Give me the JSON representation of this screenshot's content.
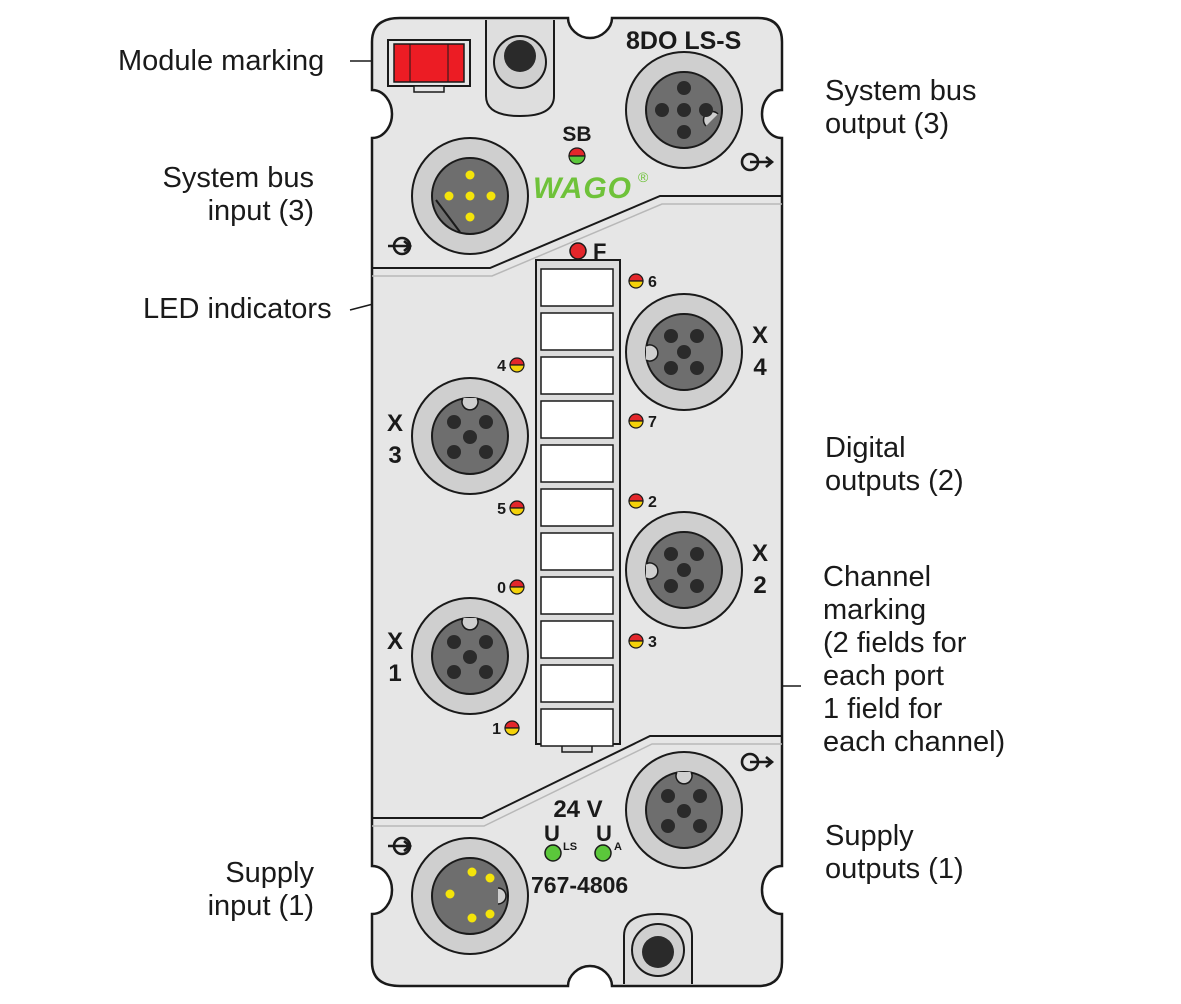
{
  "module": {
    "name": "8DO LS-S",
    "brand": "WAGO",
    "brand_mark": "®",
    "article_number": "767-4806",
    "voltage": "24 V",
    "sb_label": "SB",
    "fault_label": "F",
    "u_ls": {
      "main": "U",
      "sub": "LS"
    },
    "u_a": {
      "main": "U",
      "sub": "A"
    }
  },
  "ports": {
    "x1": {
      "letter": "X",
      "number": "1"
    },
    "x2": {
      "letter": "X",
      "number": "2"
    },
    "x3": {
      "letter": "X",
      "number": "3"
    },
    "x4": {
      "letter": "X",
      "number": "4"
    }
  },
  "channels": {
    "ch0": "0",
    "ch1": "1",
    "ch2": "2",
    "ch3": "3",
    "ch4": "4",
    "ch5": "5",
    "ch6": "6",
    "ch7": "7"
  },
  "callouts": {
    "module_marking": "Module marking",
    "system_bus_input": "System bus\ninput (3)",
    "led_indicators": "LED indicators",
    "supply_input": "Supply\ninput (1)",
    "system_bus_output": "System bus\noutput (3)",
    "digital_outputs": "Digital\noutputs (2)",
    "channel_marking": "Channel\nmarking\n(2 fields for\neach port\n1 field for\neach channel)",
    "supply_outputs": "Supply\noutputs (1)"
  },
  "colors": {
    "housing": "#e6e6e6",
    "outline": "#1a1a1a",
    "connector_ring": "#cfcfcf",
    "connector_face": "#6e6e6e",
    "pin_dark": "#2a2a2a",
    "pin_yellow": "#f4e40a",
    "led_red": "#e3262b",
    "led_yellow": "#f4d20a",
    "led_green": "#5bc73b",
    "wago_green": "#6fc23a",
    "marker_red": "#ec1c24"
  }
}
